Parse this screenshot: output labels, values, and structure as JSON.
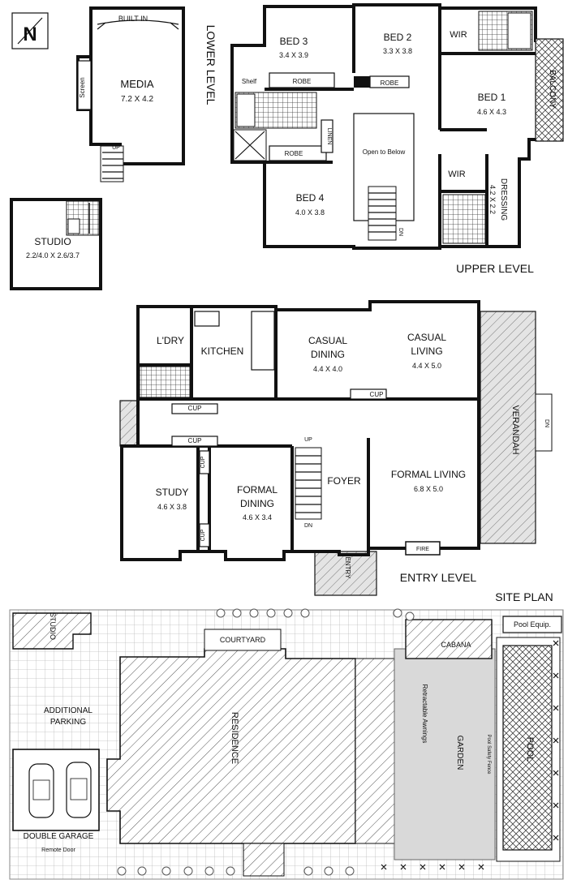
{
  "compass": {
    "letter": "N"
  },
  "lower_level": {
    "title": "LOWER LEVEL",
    "media": {
      "name": "MEDIA",
      "size": "7.2 X 4.2"
    },
    "built_in": "BUILT IN",
    "screen": "Screen",
    "up": "UP",
    "studio": {
      "name": "STUDIO",
      "size": "2.2/4.0 X 2.6/3.7"
    }
  },
  "upper_level": {
    "title": "UPPER LEVEL",
    "bed3": {
      "name": "BED 3",
      "size": "3.4 X 3.9"
    },
    "bed2": {
      "name": "BED 2",
      "size": "3.3 X 3.8"
    },
    "bed1": {
      "name": "BED 1",
      "size": "4.6 X 4.3"
    },
    "bed4": {
      "name": "BED 4",
      "size": "4.0 X 3.8"
    },
    "wir": "WIR",
    "shelf": "Shelf",
    "robe": "ROBE",
    "linen": "LINEN",
    "open_below": "Open to Below",
    "dn": "DN",
    "balcony": "BALCONY",
    "dressing": {
      "name": "DRESSING",
      "size": "4.2 X 2.2"
    }
  },
  "entry_level": {
    "title": "ENTRY LEVEL",
    "laundry": "L'DRY",
    "kitchen": "KITCHEN",
    "casual_dining": {
      "name": "CASUAL\nDINING",
      "line1": "CASUAL",
      "line2": "DINING",
      "size": "4.4 X 4.0"
    },
    "casual_living": {
      "line1": "CASUAL",
      "line2": "LIVING",
      "size": "4.4 X 5.0"
    },
    "cup": "CUP",
    "verandah": "VERANDAH",
    "dn": "DN",
    "up": "UP",
    "study": {
      "name": "STUDY",
      "size": "4.6 X 3.8"
    },
    "formal_dining": {
      "line1": "FORMAL",
      "line2": "DINING",
      "size": "4.6 X 3.4"
    },
    "foyer": "FOYER",
    "formal_living": {
      "name": "FORMAL LIVING",
      "size": "6.8 X 5.0"
    },
    "fire": "FIRE",
    "entry": "ENTRY"
  },
  "site_plan": {
    "title": "SITE PLAN",
    "studio": "STUDIO",
    "courtyard": "COURTYARD",
    "cabana": "CABANA",
    "pool_equip": "Pool Equip.",
    "additional_parking_1": "ADDITIONAL",
    "additional_parking_2": "PARKING",
    "residence": "RESIDENCE",
    "retractable_awnings": "Retractable Awnings",
    "garden": "GARDEN",
    "pool_safety_fence": "Pool Safety Fence",
    "pool": "POOL",
    "double_garage": "DOUBLE GARAGE",
    "remote_door": "Remote Door"
  }
}
